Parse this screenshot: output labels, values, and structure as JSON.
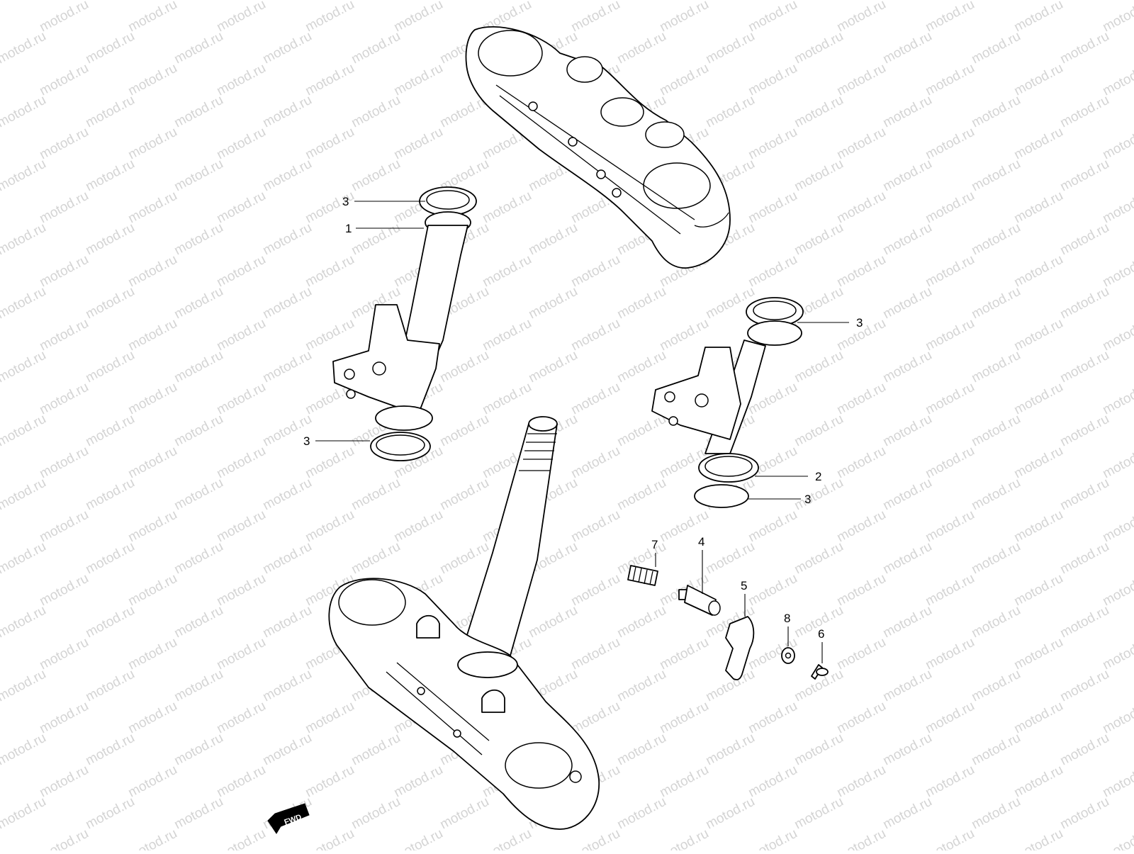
{
  "watermark": {
    "text": "motod.ru",
    "color": "#d4d4d4"
  },
  "fwd_badge": {
    "label": "FWD"
  },
  "callouts": [
    {
      "id": "c-3-upper-left",
      "label": "3"
    },
    {
      "id": "c-1",
      "label": "1"
    },
    {
      "id": "c-3-lower-left",
      "label": "3"
    },
    {
      "id": "c-3-upper-right",
      "label": "3"
    },
    {
      "id": "c-2",
      "label": "2"
    },
    {
      "id": "c-3-lower-right",
      "label": "3"
    },
    {
      "id": "c-7",
      "label": "7"
    },
    {
      "id": "c-4",
      "label": "4"
    },
    {
      "id": "c-5",
      "label": "5"
    },
    {
      "id": "c-8",
      "label": "8"
    },
    {
      "id": "c-6",
      "label": "6"
    }
  ]
}
